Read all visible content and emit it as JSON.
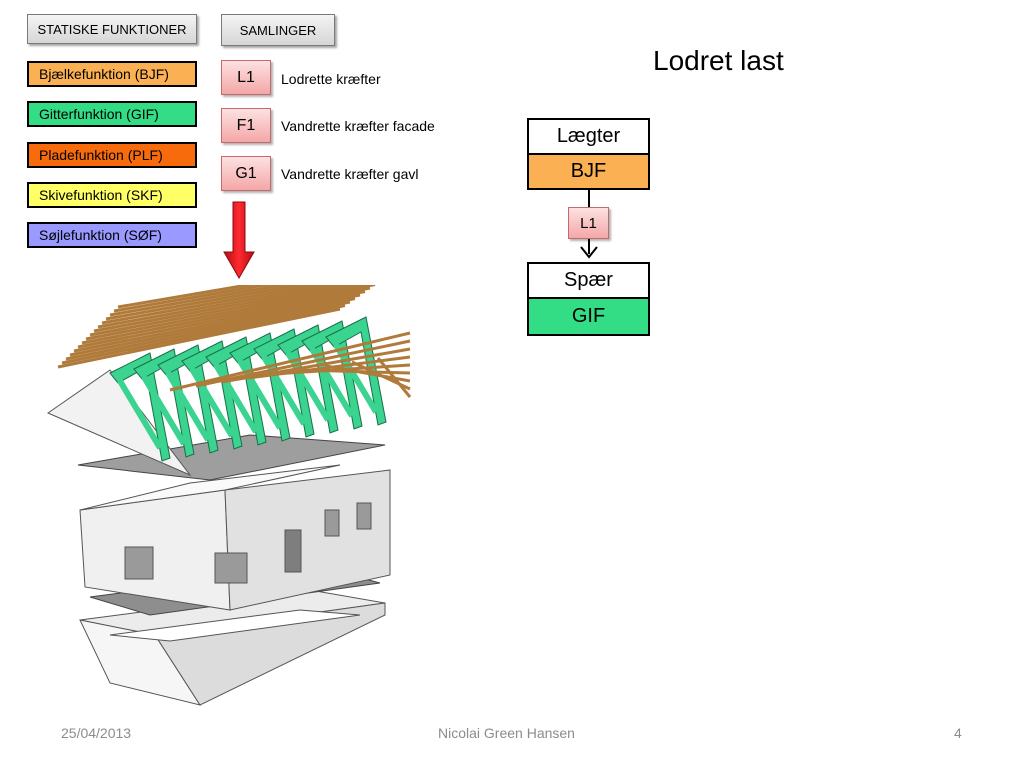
{
  "legend": {
    "functions_header": "STATISKE FUNKTIONER",
    "functions": [
      {
        "label": "Bjælkefunktion (BJF)",
        "color": "#fbb153"
      },
      {
        "label": "Gitterfunktion (GIF)",
        "color": "#33dd86"
      },
      {
        "label": "Pladefunktion (PLF)",
        "color": "#f76b0c"
      },
      {
        "label": "Skivefunktion (SKF)",
        "color": "#ffff66"
      },
      {
        "label": "Søjlefunktion (SØF)",
        "color": "#9999ff"
      }
    ]
  },
  "joints": {
    "header": "SAMLINGER",
    "items": [
      {
        "code": "L1",
        "desc": "Lodrette kræfter"
      },
      {
        "code": "F1",
        "desc": "Vandrette kræfter facade"
      },
      {
        "code": "G1",
        "desc": "Vandrette kræfter gavl"
      }
    ]
  },
  "title": "Lodret last",
  "flow": {
    "top": {
      "name": "Lægter",
      "func": "BJF",
      "func_color": "#fbb153"
    },
    "joint": "L1",
    "bottom": {
      "name": "Spær",
      "func": "GIF",
      "func_color": "#33dd86"
    }
  },
  "colors": {
    "arrow": "#e0121b",
    "truss": "#3ad38f",
    "batten": "#b07a3b"
  },
  "footer": {
    "date": "25/04/2013",
    "author": "Nicolai Green Hansen",
    "page": "4"
  }
}
